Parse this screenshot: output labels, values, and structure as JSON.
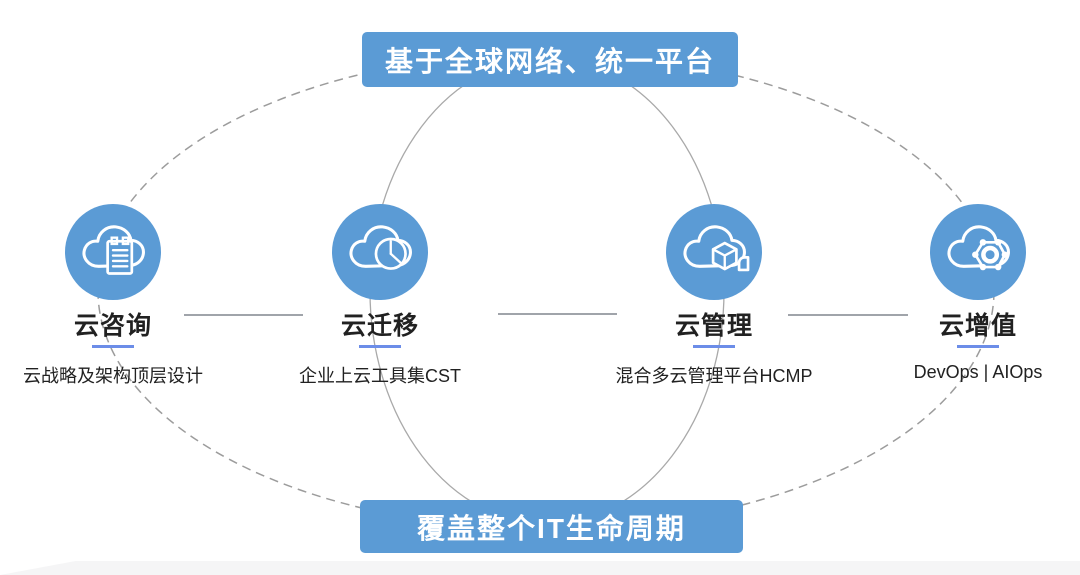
{
  "colors": {
    "primary_blue": "#5B9BD5",
    "underline_blue": "#6C8DE8",
    "arc_gray": "#9c9c9c",
    "connector_gray": "#8f949b",
    "text_dark": "#212121",
    "banner_text": "#ffffff",
    "bottom_strip": "#f5f5f6"
  },
  "top_banner": {
    "label": "基于全球网络、统一平台"
  },
  "bottom_banner": {
    "label": "覆盖整个IT生命周期"
  },
  "nodes": [
    {
      "title": "云咨询",
      "subtitle": "云战略及架构顶层设计",
      "icon": "cloud-clipboard-icon"
    },
    {
      "title": "云迁移",
      "subtitle": "企业上云工具集CST",
      "icon": "cloud-piechart-icon"
    },
    {
      "title": "云管理",
      "subtitle": "混合多云管理平台HCMP",
      "icon": "cloud-cube-icon"
    },
    {
      "title": "云增值",
      "subtitle": "DevOps | AIOps",
      "icon": "cloud-gear-icon"
    }
  ]
}
